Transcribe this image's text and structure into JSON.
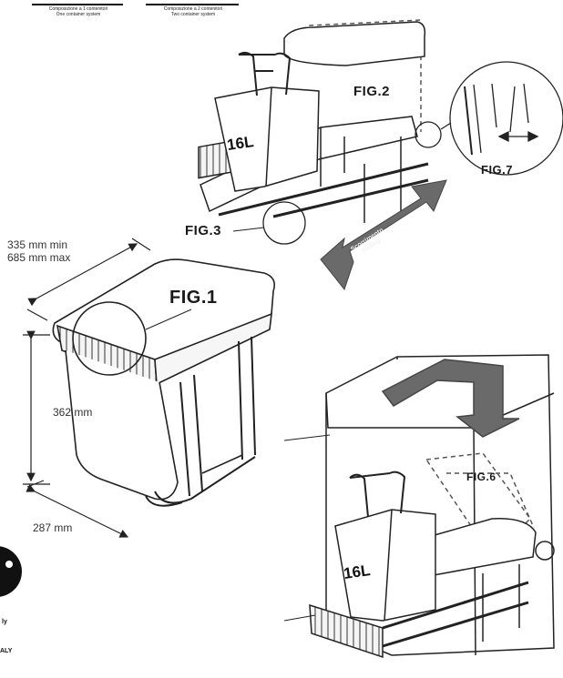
{
  "header_captions": [
    {
      "line1": "Composizione a 1 contenitori",
      "line2": "One container system"
    },
    {
      "line1": "Composizione a 2 contenitori",
      "line2": "Two container system"
    }
  ],
  "figures": {
    "fig1": "FIG.1",
    "fig2": "FIG.2",
    "fig3": "FIG.3",
    "fig6": "FIG.6",
    "fig7": "FIG.7"
  },
  "bin_capacity_label": "16L",
  "slide_arrow_text": {
    "line1": "Scorrimento",
    "line2": "Sliding"
  },
  "dimensions": {
    "width_min": "335 mm min",
    "width_max": "685 mm max",
    "height": "362 mm",
    "depth": "287 mm"
  },
  "badge": {
    "line1": "ly",
    "line2": "ALY"
  }
}
